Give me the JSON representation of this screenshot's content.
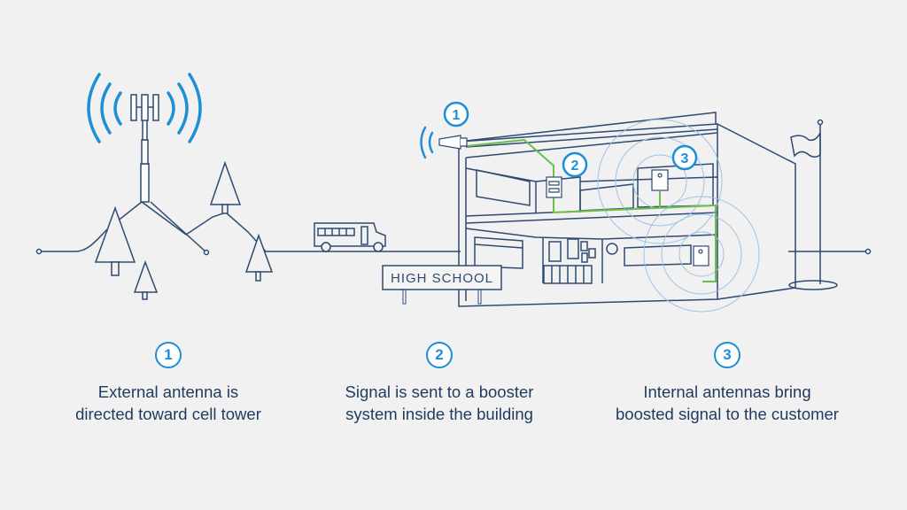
{
  "diagram": {
    "sign_label": "HIGH SCHOOL",
    "markers": [
      "1",
      "2",
      "3"
    ],
    "colors": {
      "line": "#2e4a72",
      "signal": "#1e8fd6",
      "cable": "#6cbf4a",
      "background": "#f1f1f1"
    }
  },
  "steps": [
    {
      "number": "1",
      "line1": "External antenna is",
      "line2": "directed toward cell tower"
    },
    {
      "number": "2",
      "line1": "Signal is sent to a booster",
      "line2": "system inside the building"
    },
    {
      "number": "3",
      "line1": "Internal antennas bring",
      "line2": "boosted signal to the customer"
    }
  ]
}
